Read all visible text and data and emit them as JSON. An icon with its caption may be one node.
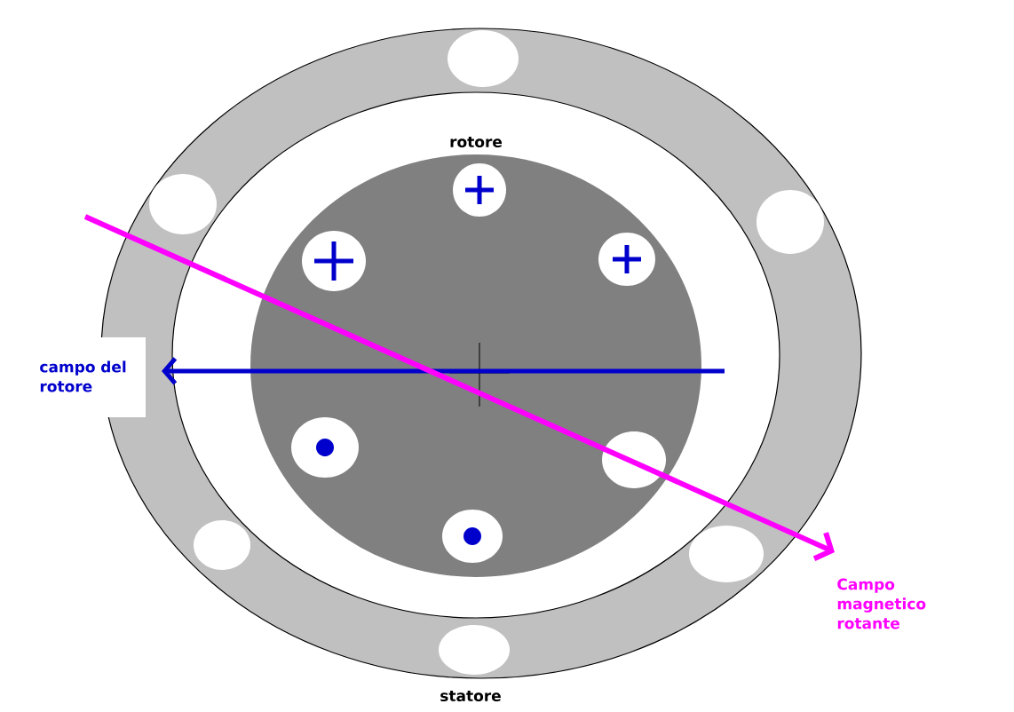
{
  "diagram": {
    "labels": [
      "rotore",
      "campo del rotore",
      "Campo magnetico rotante",
      "statore"
    ]
  }
}
